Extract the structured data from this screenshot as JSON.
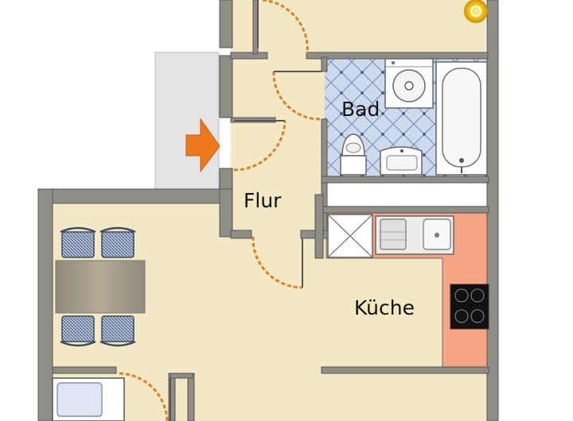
{
  "rooms": {
    "bathroom": "Bad",
    "hallway": "Flur",
    "kitchen": "Küche"
  },
  "colors": {
    "floor": "#f3e8c4",
    "wall": "#8e8e86",
    "entrance_arrow": "#f07a1a",
    "counter": "#f5a583",
    "door_swing": "#d9822b",
    "bath_tile": "#c9d6ea",
    "balcony": "#e4e4e4"
  },
  "icons": [
    "entrance-arrow-icon",
    "ceiling-lamp-icon",
    "washing-machine-icon",
    "bathtub-icon",
    "toilet-icon",
    "washbasin-icon",
    "sink-icon",
    "stove-icon",
    "dining-chair-icon",
    "bed-icon"
  ]
}
